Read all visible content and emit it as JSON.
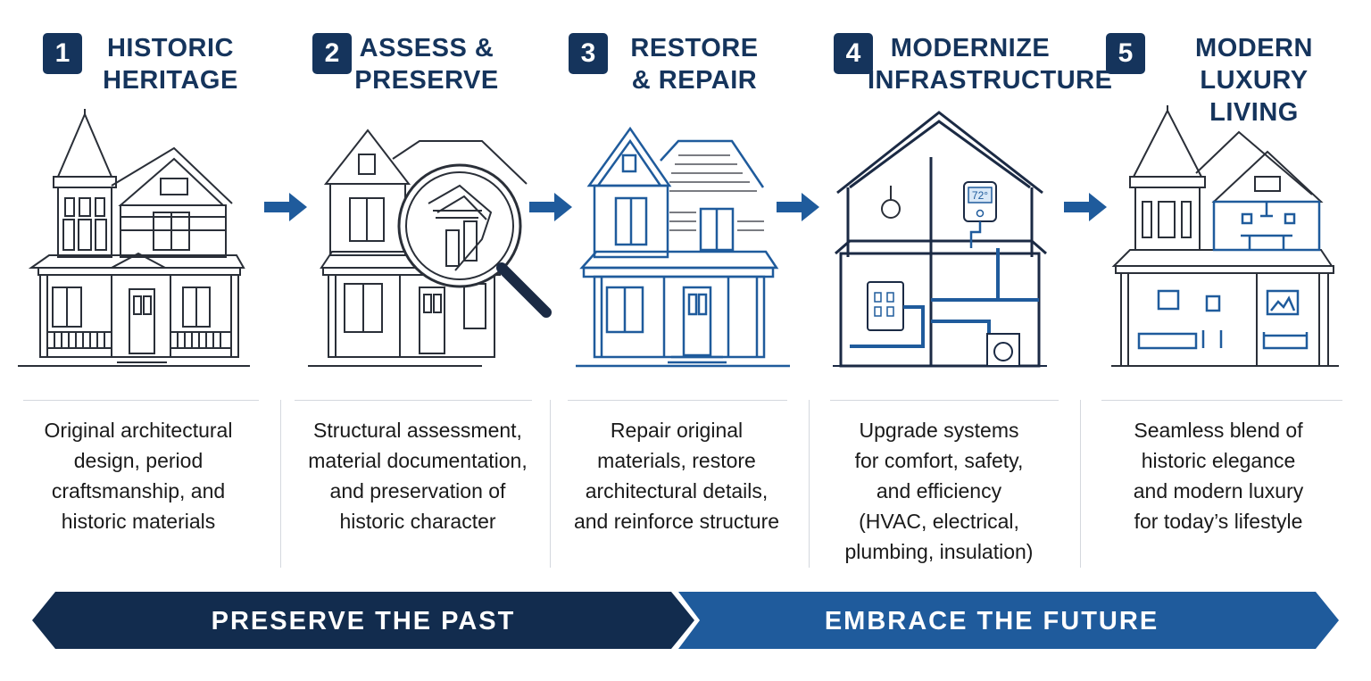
{
  "steps": [
    {
      "number": "1",
      "title": "HISTORIC\nHERITAGE",
      "description": "Original architectural\ndesign, period\ncraftsmanship, and\nhistoric materials"
    },
    {
      "number": "2",
      "title": "ASSESS &\nPRESERVE",
      "description": "Structural assessment,\nmaterial documentation,\nand preservation of\nhistoric character"
    },
    {
      "number": "3",
      "title": "RESTORE\n& REPAIR",
      "description": "Repair original\nmaterials, restore\narchitectural details,\nand reinforce structure"
    },
    {
      "number": "4",
      "title": "MODERNIZE\nINFRASTRUCTURE",
      "description": "Upgrade systems\nfor comfort, safety,\nand efficiency\n(HVAC, electrical,\nplumbing, insulation)"
    },
    {
      "number": "5",
      "title": "MODERN LUXURY\nLIVING",
      "description": "Seamless blend of\nhistoric elegance\nand modern luxury\nfor today’s lifestyle"
    }
  ],
  "thermostat_reading": "72°",
  "banner": {
    "left_label": "PRESERVE THE PAST",
    "right_label": "EMBRACE THE FUTURE"
  },
  "colors": {
    "navy": "#15345c",
    "dark_navy": "#122c4e",
    "blue": "#1f5b9c",
    "line": "#2a2f38"
  },
  "icons": [
    "victorian-house-icon",
    "magnifier-house-icon",
    "restored-house-icon",
    "cutaway-systems-house-icon",
    "modern-interior-house-icon",
    "right-arrow-icon"
  ]
}
